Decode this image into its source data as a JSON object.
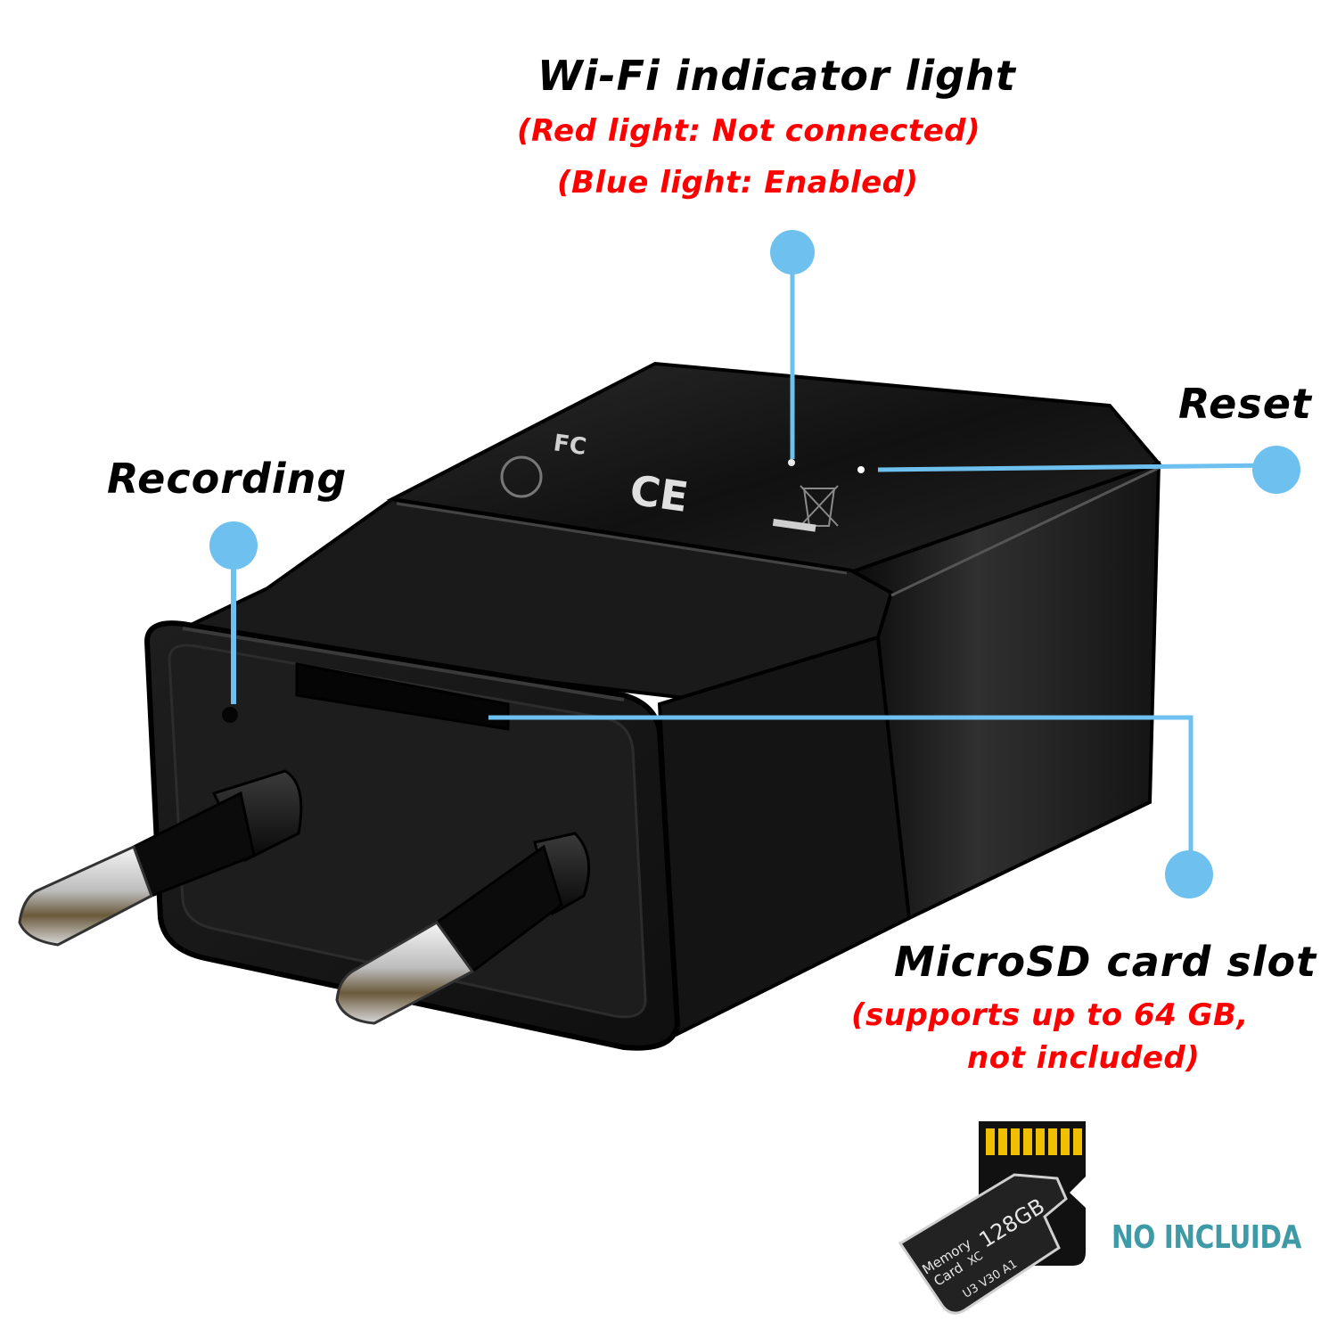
{
  "colors": {
    "background": "#ffffff",
    "label_text": "#000000",
    "note_text": "#ff0000",
    "callout": "#6ec0ee",
    "device_body": "#151515",
    "badge_text": "#3f9aa7",
    "card_contacts": "#f0c000"
  },
  "callouts": {
    "wifi": {
      "title": "Wi-Fi indicator light",
      "notes": [
        "(Red light: Not connected)",
        "(Blue light: Enabled)"
      ]
    },
    "reset": {
      "title": "Reset"
    },
    "recording": {
      "title": "Recording"
    },
    "microsd": {
      "title": "MicroSD card slot",
      "notes": [
        "(supports up to 64 GB,",
        "not included)"
      ]
    }
  },
  "device_markings": {
    "fcc": "FC",
    "ce": "CE"
  },
  "memory_card": {
    "brand_line1": "Memory",
    "brand_line2": "Card",
    "class": "XC",
    "capacity": "128GB",
    "speed": "U3 V30 A1"
  },
  "badge": {
    "text": "NO INCLUIDA"
  }
}
